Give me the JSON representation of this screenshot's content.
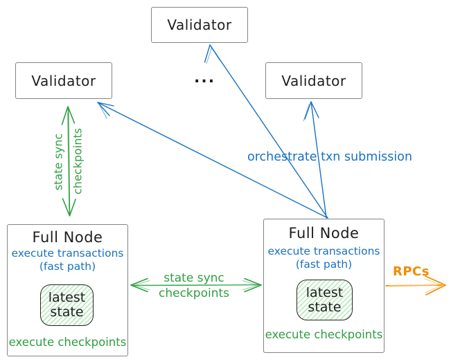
{
  "nodes": {
    "validator_top": {
      "label": "Validator"
    },
    "validator_left": {
      "label": "Validator"
    },
    "validator_right": {
      "label": "Validator"
    },
    "ellipsis": "...",
    "full_node_left": {
      "title": "Full Node",
      "note_line1": "execute transactions",
      "note_line2": "(fast path)",
      "state_line1": "latest",
      "state_line2": "state",
      "footer": "execute checkpoints"
    },
    "full_node_right": {
      "title": "Full Node",
      "note_line1": "execute transactions",
      "note_line2": "(fast path)",
      "state_line1": "latest",
      "state_line2": "state",
      "footer": "execute checkpoints"
    }
  },
  "edges": {
    "state_sync_vertical": {
      "label_line1": "state sync",
      "label_line2": "checkpoints",
      "direction": "bidirectional",
      "color": "#2f9e44"
    },
    "state_sync_horizontal": {
      "label_line1": "state sync",
      "label_line2": "checkpoints",
      "direction": "bidirectional",
      "color": "#2f9e44"
    },
    "orchestrate": {
      "label": "orchestrate txn submission",
      "direction": "full-node-to-validators",
      "color": "#1971c2"
    },
    "rpcs": {
      "label": "RPCs",
      "direction": "outgoing-right",
      "color": "#f08c00"
    }
  },
  "colors": {
    "green": "#2f9e44",
    "blue": "#1971c2",
    "orange": "#f08c00",
    "box_border": "#848484",
    "state_box_border": "#232323",
    "state_hatch": "#b7e6c1",
    "text": "#1e1e1e",
    "background": "#ffffff"
  }
}
